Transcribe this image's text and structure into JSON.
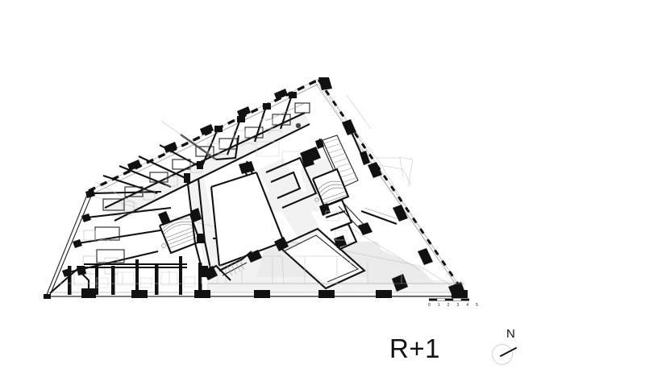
{
  "drawing": {
    "kind": "architectural-floor-plan",
    "floor_label": "R+1",
    "background_color": "#ffffff",
    "ink_color": "#111111",
    "slab_fill": "#f2f2f2",
    "ghost_line_color": "#c2c2c2"
  },
  "north_indicator": {
    "label": "N",
    "icon": "north-arrow-circle",
    "needle_direction_deg": 28
  },
  "scale_bar": {
    "icon": "scale-bar",
    "ticks": [
      "0",
      "1",
      "2",
      "3",
      "4",
      "5"
    ],
    "segments": 5,
    "units_implied": "m"
  },
  "plan_geometry": {
    "outline_vertices": [
      [
        57,
        368
      ],
      [
        110,
        237
      ],
      [
        395,
        98
      ],
      [
        578,
        367
      ]
    ],
    "description": "quadrilateral wedge-shaped building footprint"
  },
  "plan_elements": [
    {
      "name": "perimeter-wall-southwest",
      "type": "exterior-wall"
    },
    {
      "name": "perimeter-wall-northwest",
      "type": "exterior-wall-dashed"
    },
    {
      "name": "perimeter-wall-northeast",
      "type": "exterior-wall-dashed"
    },
    {
      "name": "perimeter-wall-south",
      "type": "exterior-wall"
    },
    {
      "name": "apartment-units-west",
      "type": "dwelling-units"
    },
    {
      "name": "apartment-units-north",
      "type": "dwelling-units"
    },
    {
      "name": "corridor-west",
      "type": "circulation"
    },
    {
      "name": "corridor-central",
      "type": "circulation"
    },
    {
      "name": "stair-fan-west",
      "type": "stair"
    },
    {
      "name": "stair-fan-central",
      "type": "stair"
    },
    {
      "name": "stair-straight-run",
      "type": "stair"
    },
    {
      "name": "courtyard-void",
      "type": "void"
    },
    {
      "name": "terrace-south",
      "type": "terrace"
    },
    {
      "name": "structural-columns-south",
      "type": "columns"
    }
  ]
}
